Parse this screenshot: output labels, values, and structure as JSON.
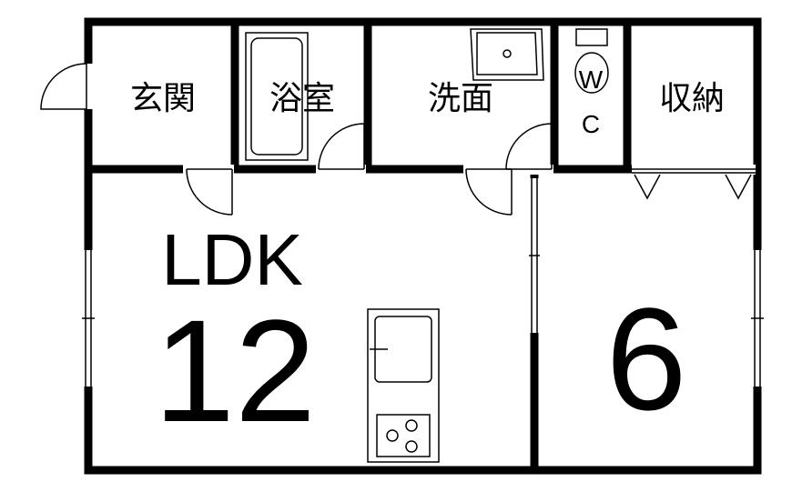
{
  "rooms": {
    "entrance": "玄関",
    "bathroom": "浴室",
    "washroom": "洗面",
    "toilet_line1": "W",
    "toilet_line2": "C",
    "storage": "収納",
    "ldk_name": "LDK",
    "ldk_size": "12",
    "bedroom_size": "6"
  },
  "colors": {
    "wall": "#000000",
    "line": "#222222",
    "background": "#ffffff"
  }
}
